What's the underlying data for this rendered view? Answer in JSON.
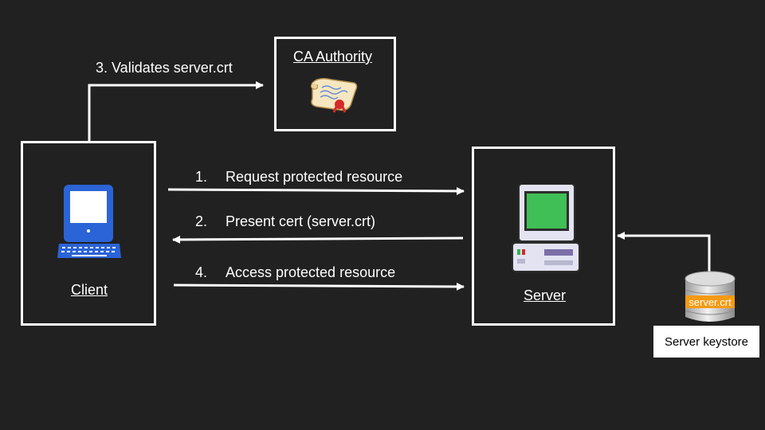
{
  "colors": {
    "background": "#212121",
    "line": "#ffffff",
    "client_blue": "#2b64d6",
    "screen_green": "#3fbf55",
    "db_orange": "#f59a12"
  },
  "nodes": {
    "client": {
      "label": "Client",
      "icon": "desktop-computer-icon"
    },
    "server": {
      "label": "Server",
      "icon": "server-computer-icon"
    },
    "ca": {
      "label": "CA Authority",
      "icon": "certificate-scroll-icon"
    },
    "keystore": {
      "label": "Server keystore",
      "db_label": "server.crt",
      "icon": "database-icon"
    }
  },
  "steps": [
    {
      "num": "1.",
      "text": "Request protected resource",
      "direction": "client-to-server"
    },
    {
      "num": "2.",
      "text": "Present cert (server.crt)",
      "direction": "server-to-client"
    },
    {
      "num": "3.",
      "text": "3. Validates server.crt",
      "direction": "client-to-ca"
    },
    {
      "num": "4.",
      "text": "Access protected resource",
      "direction": "client-to-server"
    }
  ]
}
